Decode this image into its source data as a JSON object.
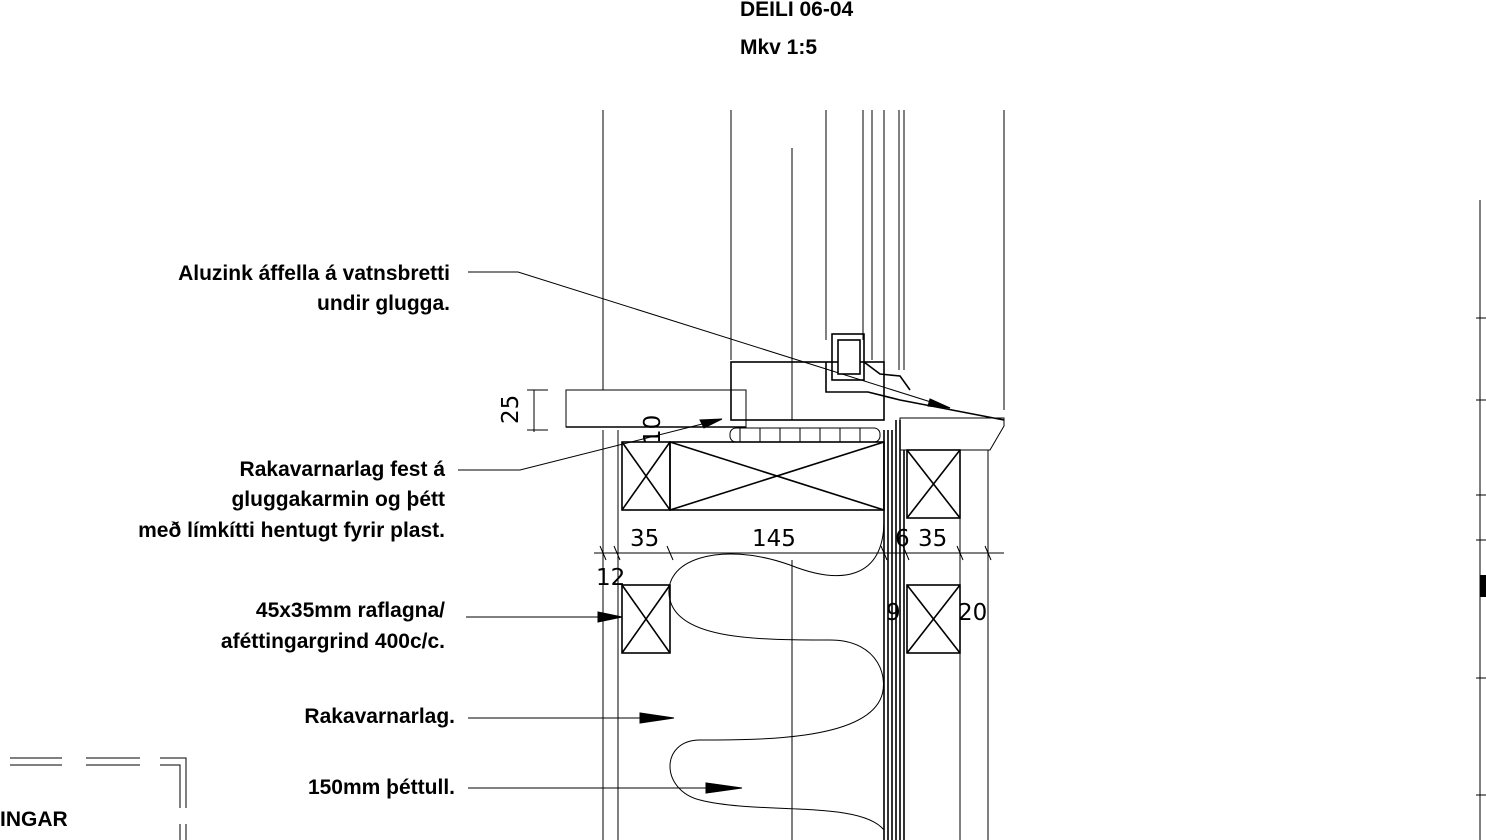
{
  "title": {
    "line1": "DEILI 06-04",
    "line2": "Mkv 1:5"
  },
  "annotations": [
    {
      "lines": [
        "Aluzink áffella á vatnsbretti",
        "undir glugga."
      ]
    },
    {
      "lines": [
        "Rakavarnarlag fest á",
        "gluggakarmin og þétt",
        "með límkítti hentugt fyrir plast."
      ]
    },
    {
      "lines": [
        "45x35mm raflagna/",
        "aféttingargrind 400c/c."
      ]
    },
    {
      "lines": [
        "Rakavarnarlag."
      ]
    },
    {
      "lines": [
        "150mm þéttull."
      ]
    }
  ],
  "dimensions": {
    "sill_height": "25",
    "sill_gap": "10",
    "stud_left": "35",
    "stud_main": "145",
    "gap_small": "6",
    "stud_right": "35",
    "offset_left": "12",
    "board": "9",
    "offset_right": "20"
  },
  "title_block": {
    "text": "INGAR"
  },
  "colors": {
    "ink": "#000000",
    "paper": "#ffffff"
  }
}
